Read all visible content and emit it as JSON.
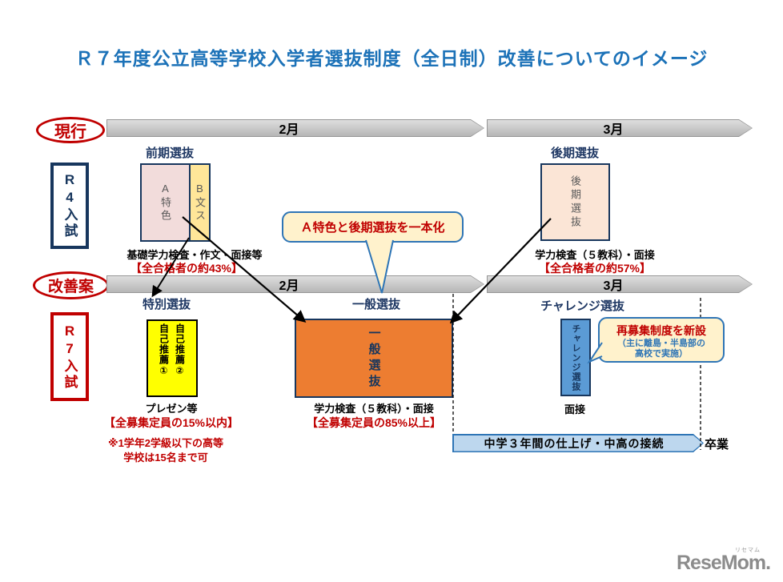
{
  "title": "Ｒ７年度公立高等学校入学者選抜制度（全日制）改善についてのイメージ",
  "colors": {
    "title_blue": "#1C72B8",
    "navy": "#1F3864",
    "red": "#C00000",
    "callout_border": "#2E75B6",
    "callout_fill": "#FFF2CC",
    "orange": "#ED7D31",
    "yellow": "#FFFF00",
    "peach_a": "#F2DCDB",
    "gold_b": "#FFE699",
    "peach_late": "#FBE5D6",
    "challenge_blue": "#5B9BD5",
    "banner_blue": "#BDD7EE",
    "timeline_gray": "#C6C6C6"
  },
  "badges": {
    "current": "現行",
    "proposal": "改善案"
  },
  "exam_boxes": {
    "r4": "R4入試",
    "r7": "R7入試"
  },
  "timeline": {
    "feb": "2月",
    "mar": "3月"
  },
  "early": {
    "heading": "前期選抜",
    "col_a": "A特色",
    "col_b": "B文ス",
    "note": "基礎学力検査・作文・面接等",
    "share": "【全合格者の約43%】"
  },
  "late": {
    "heading": "後期選抜",
    "box": "後期選抜",
    "note": "学力検査（５教科）・面接",
    "share": "【全合格者の約57%】"
  },
  "merge_callout": "Ａ特色と後期選抜を一本化",
  "special": {
    "heading": "特別選抜",
    "col1": "自己推薦①",
    "col2": "自己推薦②",
    "note": "プレゼン等",
    "quota": "【全募集定員の15%以内】",
    "footnote1": "※1学年2学級以下の高等",
    "footnote2": "学校は15名まで可"
  },
  "general": {
    "heading": "一般選抜",
    "box": "一般選抜",
    "note": "学力検査（５教科）・面接",
    "quota": "【全募集定員の85%以上】"
  },
  "challenge": {
    "heading": "チャレンジ選抜",
    "box": "チャレンジ選抜",
    "note": "面接",
    "callout_title": "再募集制度を新設",
    "callout_sub1": "（主に離島・半島部の",
    "callout_sub2": "高校で実施）"
  },
  "footer": {
    "banner": "中学３年間の仕上げ・中高の接続",
    "graduation": "卒業"
  },
  "logo": {
    "name": "ReseMom.",
    "ruby": "リセマム"
  }
}
